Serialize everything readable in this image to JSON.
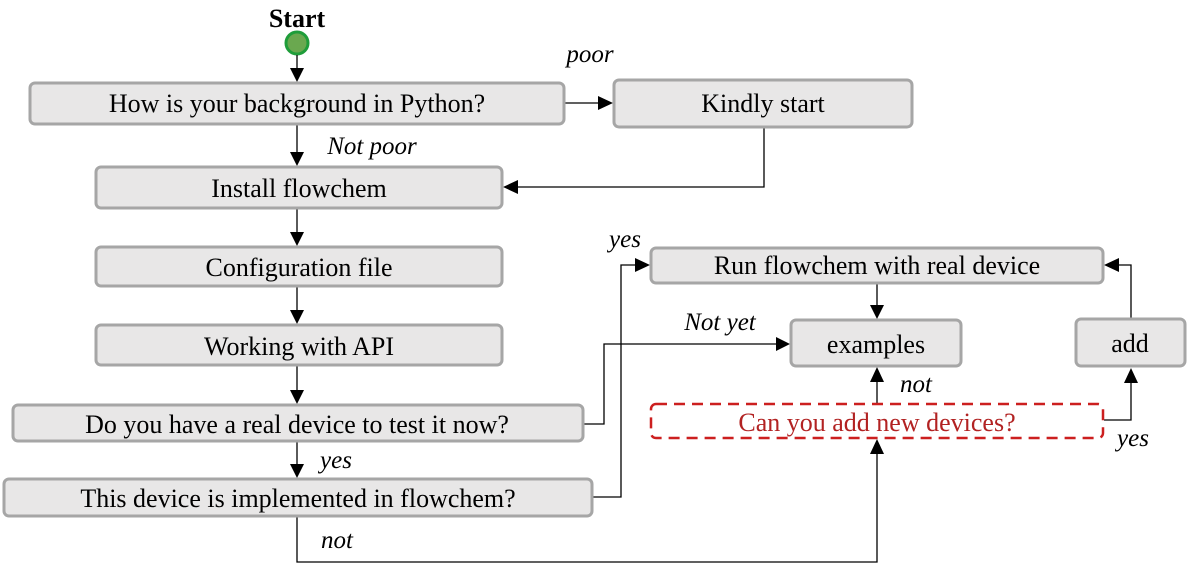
{
  "start_label": "Start",
  "nodes": {
    "background": "How is your background in Python?",
    "kindly_start": "Kindly start",
    "install": "Install flowchem",
    "config": "Configuration file",
    "api": "Working with API",
    "real_device": "Do you have a real device to test it now?",
    "implemented": "This device is implemented in flowchem?",
    "run_real": "Run flowchem with real device",
    "examples": "examples",
    "add": "add",
    "add_devices": "Can you add new devices?"
  },
  "edge_labels": {
    "poor": "poor",
    "not_poor": "Not poor",
    "yes_run": "yes",
    "not_yet": "Not yet",
    "yes_implemented": "yes",
    "not_implemented": "not",
    "not_examples": "not",
    "yes_add": "yes"
  },
  "colors": {
    "box_fill": "#e8e7e7",
    "box_border": "#a6a6a6",
    "dashed_border": "#cc1f1f",
    "dashed_text": "#b22222",
    "start_dot": "#6aa84f"
  }
}
